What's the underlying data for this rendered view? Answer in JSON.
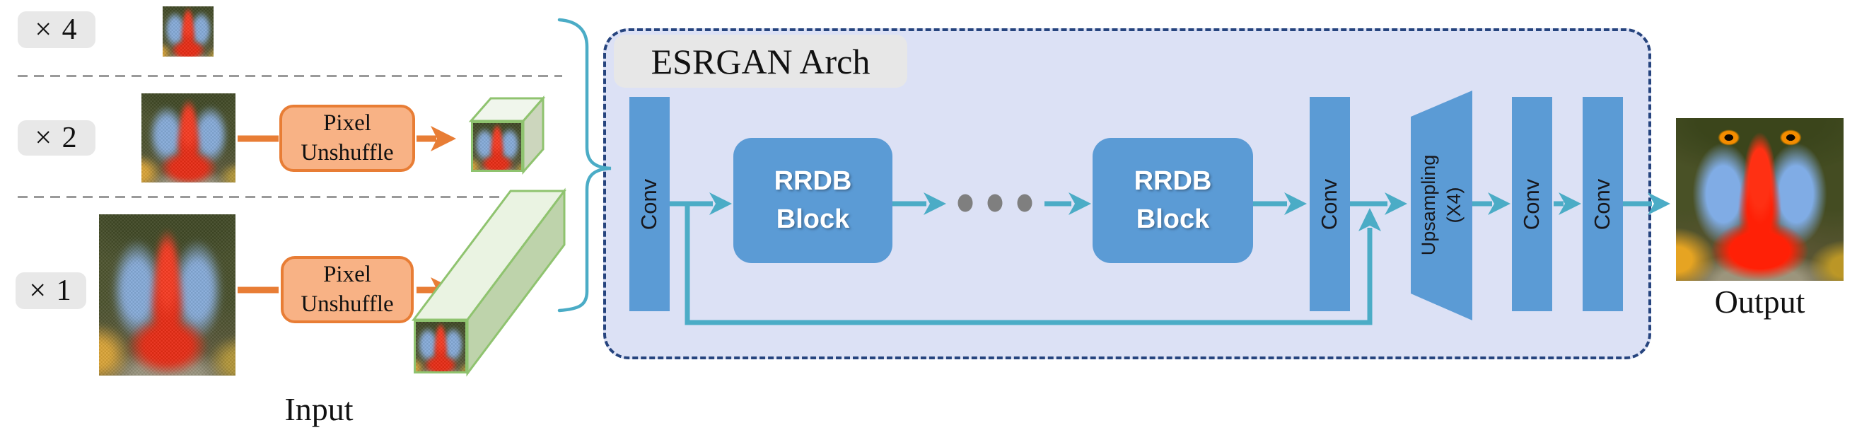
{
  "figure": {
    "input": {
      "caption": "Input",
      "rows": [
        {
          "scale_label": "× 4"
        },
        {
          "scale_label": "× 2",
          "box_line1": "Pixel",
          "box_line2": "Unshuffle"
        },
        {
          "scale_label": "× 1",
          "box_line1": "Pixel",
          "box_line2": "Unshuffle"
        }
      ]
    },
    "esrgan": {
      "title": "ESRGAN Arch",
      "conv_label": "Conv",
      "rrdb_line1": "RRDB",
      "rrdb_line2": "Block",
      "upsampling_line1": "Upsampling",
      "upsampling_line2": "(X4)",
      "repeat_dots_count": 3
    },
    "output": {
      "caption": "Output"
    },
    "colors": {
      "block_blue": "#5b9bd5",
      "arrow_teal": "#4bacc6",
      "arch_fill": "#dce1f5",
      "arch_border_navy": "#26447e",
      "orange_border": "#e87d35",
      "orange_fill": "#f8b285",
      "label_gray": "#e8e8e8",
      "cube_green": "#8fc36f",
      "dots_gray": "#7f7f7f"
    }
  }
}
